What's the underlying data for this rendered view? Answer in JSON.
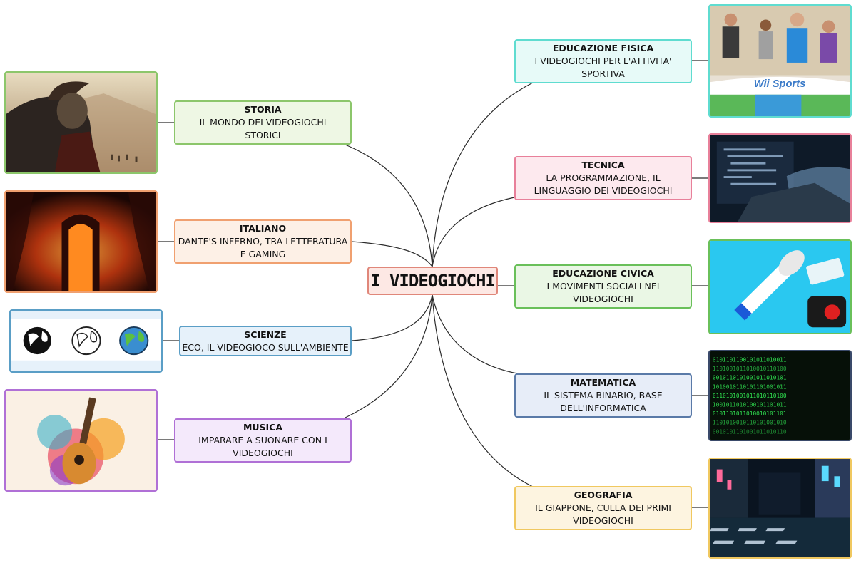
{
  "center": {
    "label": "I VIDEOGIOCHI"
  },
  "branches": [
    {
      "title": "STORIA",
      "line1": "IL MONDO DEI VIDEOGIOCHI",
      "line2": "STORICI",
      "color": "#8cc66b",
      "bg": "#eef7e4",
      "image": "spartan-warrior-icon"
    },
    {
      "title": "ITALIANO",
      "line1": "DANTE'S INFERNO, TRA LETTERATURA",
      "line2": "E GAMING",
      "color": "#f0a070",
      "bg": "#fdf0e6",
      "image": "inferno-gate-icon"
    },
    {
      "title": "SCIENZE",
      "line1": "ECO, IL VIDEOGIOCO SULL'AMBIENTE",
      "line2": "",
      "color": "#5a9ec6",
      "bg": "#e6f1fa",
      "image": "globe-icons"
    },
    {
      "title": "MUSICA",
      "line1": "IMPARARE A SUONARE CON I",
      "line2": "VIDEOGIOCHI",
      "color": "#b070d6",
      "bg": "#f4e9fb",
      "image": "colorful-guitar-icon"
    },
    {
      "title": "EDUCAZIONE FISICA",
      "line1": "I VIDEOGIOCHI PER L'ATTIVITA'",
      "line2": "SPORTIVA",
      "color": "#5fdcd0",
      "bg": "#e7faf8",
      "image": "wii-sports-icon",
      "logo": "Wii Sports"
    },
    {
      "title": "TECNICA",
      "line1": "LA PROGRAMMAZIONE, IL",
      "line2": "LINGUAGGIO DEI VIDEOGIOCHI",
      "color": "#e8809a",
      "bg": "#fde9ee",
      "image": "coding-laptop-icon"
    },
    {
      "title": "EDUCAZIONE CIVICA",
      "line1": "I MOVIMENTI SOCIALI NEI",
      "line2": "VIDEOGIOCHI",
      "color": "#6ac05a",
      "bg": "#eaf7e5",
      "image": "megaphone-icon"
    },
    {
      "title": "MATEMATICA",
      "line1": "IL SISTEMA BINARIO, BASE",
      "line2": "DELL'INFORMATICA",
      "color": "#5a7aa8",
      "bg": "#e7edf8",
      "image": "binary-code-icon"
    },
    {
      "title": "GEOGRAFIA",
      "line1": "IL GIAPPONE, CULLA DEI PRIMI",
      "line2": "VIDEOGIOCHI",
      "color": "#f0c860",
      "bg": "#fdf4e0",
      "image": "tokyo-street-icon"
    }
  ]
}
